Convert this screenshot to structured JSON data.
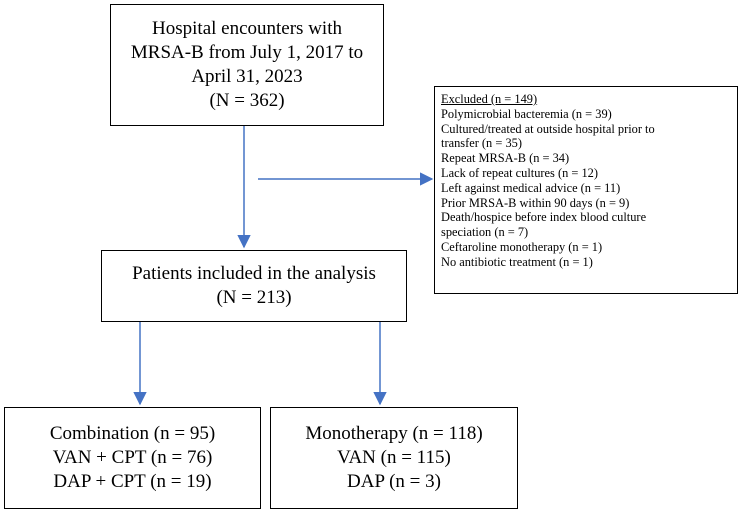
{
  "boxes": {
    "encounters": {
      "lines": [
        "Hospital encounters with",
        "MRSA-B from July 1, 2017 to",
        "April 31, 2023",
        "(N = 362)"
      ]
    },
    "excluded": {
      "header": "Excluded (n = 149)",
      "lines": [
        "Polymicrobial bacteremia (n = 39)",
        "Cultured/treated at outside hospital prior to",
        "transfer (n = 35)",
        "Repeat MRSA-B (n = 34)",
        "Lack of repeat cultures (n = 12)",
        "Left against medical advice (n = 11)",
        "Prior MRSA-B within 90 days (n = 9)",
        "Death/hospice before index blood culture",
        "speciation (n = 7)",
        "Ceftaroline monotherapy (n = 1)",
        "No antibiotic treatment (n = 1)"
      ]
    },
    "included": {
      "lines": [
        "Patients included in the analysis",
        "(N = 213)"
      ]
    },
    "combination": {
      "lines": [
        "Combination (n = 95)",
        "VAN + CPT (n = 76)",
        "DAP + CPT (n = 19)"
      ]
    },
    "monotherapy": {
      "lines": [
        "Monotherapy (n = 118)",
        "VAN (n = 115)",
        "DAP (n = 3)"
      ]
    }
  },
  "colors": {
    "arrow": "#4472C4",
    "border": "#000000"
  }
}
